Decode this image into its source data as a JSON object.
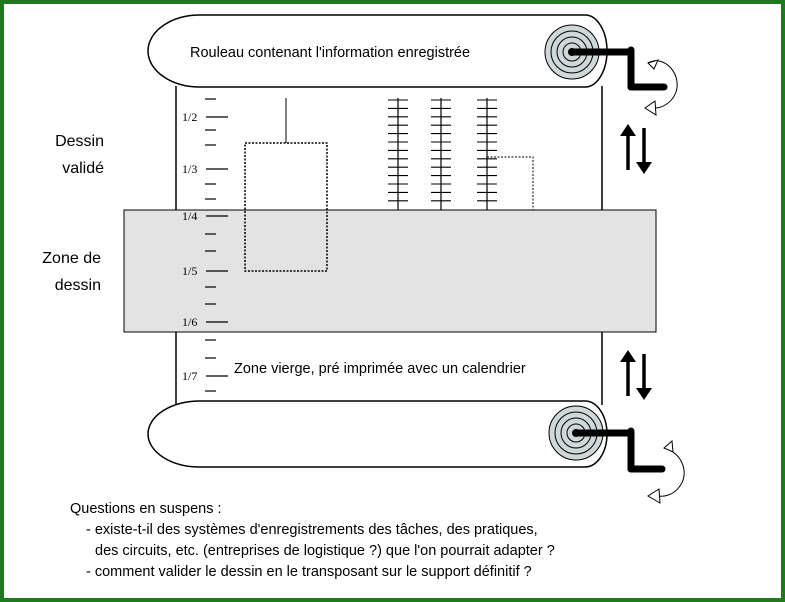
{
  "roll_top_label": "Rouleau contenant l'information enregistrée",
  "side_labels": {
    "validated": [
      "Dessin",
      "validé"
    ],
    "drawing_zone": [
      "Zone de",
      "dessin"
    ]
  },
  "blank_zone_label": "Zone vierge, pré imprimée avec un calendrier",
  "scale_labels": [
    "1/2",
    "1/3",
    "1/4",
    "1/5",
    "1/6",
    "1/7"
  ],
  "questions": {
    "title": "Questions en suspens :",
    "items": [
      "- existe-t-il des systèmes d'enregistrements des tâches, des pratiques,",
      "des circuits, etc.  (entreprises de logistique ?) que l'on pourrait adapter ?",
      "- comment valider le dessin en le transposant sur le support définitif ?"
    ]
  },
  "colors": {
    "frame_border": "#1f7a1f",
    "drawing_zone_fill": "#e3e3e3",
    "ink": "#000000"
  },
  "icons": [
    "roll-spool-icon",
    "crank-handle-icon",
    "rotate-arrow-icon",
    "up-down-arrows-icon"
  ]
}
